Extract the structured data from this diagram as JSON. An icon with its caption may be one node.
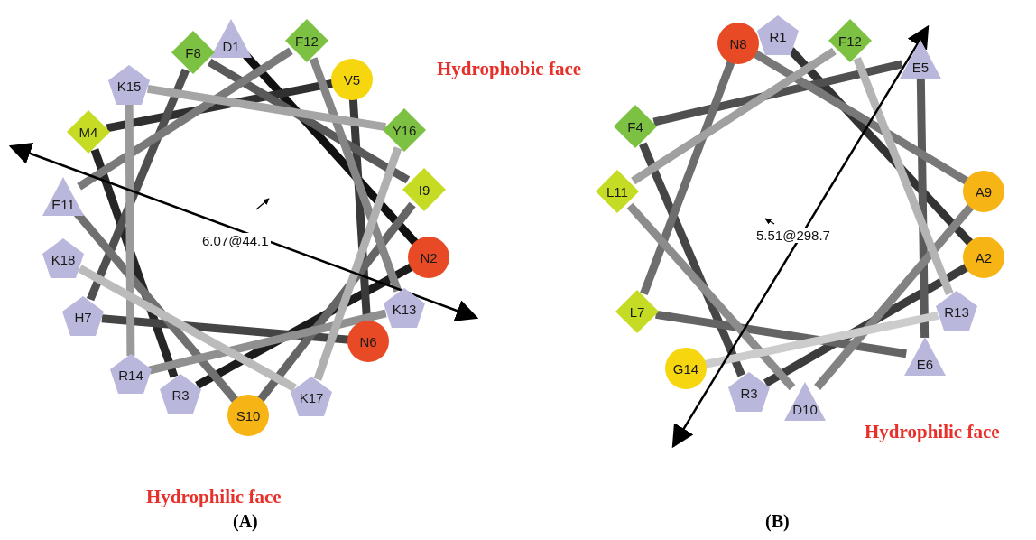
{
  "diagram": {
    "nodes": [
      {
        "text": [
          "D1"
        ]
      },
      {
        "text": [
          "N2"
        ]
      },
      {
        "text": [
          "R3"
        ]
      },
      {
        "text": [
          "M4"
        ]
      },
      {
        "text": [
          "V5"
        ]
      },
      {
        "text": [
          "N6"
        ]
      },
      {
        "text": [
          "H7"
        ]
      },
      {
        "text": [
          "F8"
        ]
      },
      {
        "text": [
          "I9"
        ]
      },
      {
        "text": [
          "S10"
        ]
      },
      {
        "text": [
          "E11"
        ]
      },
      {
        "text": [
          "F12"
        ]
      },
      {
        "text": [
          "K13"
        ]
      },
      {
        "text": [
          "R14"
        ]
      },
      {
        "text": [
          "K15"
        ]
      },
      {
        "text": [
          "Y16"
        ]
      },
      {
        "text": [
          "K17"
        ]
      },
      {
        "text": [
          "K18"
        ]
      },
      {
        "text": [
          "R1"
        ]
      },
      {
        "text": [
          "A2"
        ]
      },
      {
        "text": [
          "R3"
        ]
      },
      {
        "text": [
          "F4"
        ]
      },
      {
        "text": [
          "E5"
        ]
      },
      {
        "text": [
          "E6"
        ]
      },
      {
        "text": [
          "L7"
        ]
      },
      {
        "text": [
          "N8"
        ]
      },
      {
        "text": [
          "A9"
        ]
      },
      {
        "text": [
          "D10"
        ]
      },
      {
        "text": [
          "L11"
        ]
      },
      {
        "text": [
          "F12"
        ]
      },
      {
        "text": [
          "R13"
        ]
      },
      {
        "text": [
          "G14"
        ]
      }
    ],
    "edges": [
      {
        "from": 0,
        "to": 1,
        "arrow": "none",
        "color": "#111111"
      },
      {
        "from": 1,
        "to": 2,
        "arrow": "none",
        "color": "#1c1c1c"
      },
      {
        "from": 2,
        "to": 3,
        "arrow": "none",
        "color": "#262626"
      },
      {
        "from": 3,
        "to": 4,
        "arrow": "none",
        "color": "#303030"
      },
      {
        "from": 4,
        "to": 5,
        "arrow": "none",
        "color": "#3a3a3a"
      },
      {
        "from": 5,
        "to": 6,
        "arrow": "none",
        "color": "#454545"
      },
      {
        "from": 6,
        "to": 7,
        "arrow": "none",
        "color": "#505050"
      },
      {
        "from": 7,
        "to": 8,
        "arrow": "none",
        "color": "#5a5a5a"
      },
      {
        "from": 8,
        "to": 9,
        "arrow": "none",
        "color": "#656565"
      },
      {
        "from": 9,
        "to": 10,
        "arrow": "none",
        "color": "#707070"
      },
      {
        "from": 10,
        "to": 11,
        "arrow": "none",
        "color": "#7a7a7a"
      },
      {
        "from": 11,
        "to": 12,
        "arrow": "none",
        "color": "#858585"
      },
      {
        "from": 12,
        "to": 13,
        "arrow": "none",
        "color": "#909090"
      },
      {
        "from": 13,
        "to": 14,
        "arrow": "none",
        "color": "#9a9a9a"
      },
      {
        "from": 14,
        "to": 15,
        "arrow": "none",
        "color": "#a5a5a5"
      },
      {
        "from": 15,
        "to": 16,
        "arrow": "none",
        "color": "#b0b0b0"
      },
      {
        "from": 16,
        "to": 17,
        "arrow": "none",
        "color": "#bbbbbb"
      },
      {
        "from": 18,
        "to": 19,
        "arrow": "none",
        "color": "#333333"
      },
      {
        "from": 19,
        "to": 20,
        "arrow": "none",
        "color": "#3c3c3c"
      },
      {
        "from": 20,
        "to": 21,
        "arrow": "none",
        "color": "#464646"
      },
      {
        "from": 21,
        "to": 22,
        "arrow": "none",
        "color": "#505050"
      },
      {
        "from": 22,
        "to": 23,
        "arrow": "none",
        "color": "#5a5a5a"
      },
      {
        "from": 23,
        "to": 24,
        "arrow": "none",
        "color": "#646464"
      },
      {
        "from": 24,
        "to": 25,
        "arrow": "none",
        "color": "#6e6e6e"
      },
      {
        "from": 25,
        "to": 26,
        "arrow": "none",
        "color": "#787878"
      },
      {
        "from": 26,
        "to": 27,
        "arrow": "none",
        "color": "#828282"
      },
      {
        "from": 27,
        "to": 28,
        "arrow": "none",
        "color": "#8c8c8c"
      },
      {
        "from": 28,
        "to": 29,
        "arrow": "none",
        "color": "#a0a0a0"
      },
      {
        "from": 29,
        "to": 30,
        "arrow": "none",
        "color": "#b4b4b4"
      },
      {
        "from": 30,
        "to": 31,
        "arrow": "none",
        "color": "#cccccc"
      }
    ],
    "labels": [
      "Hydrophobic face",
      "6.07@44.1",
      "Hydrophilic face",
      "(A)",
      "5.51@298.7",
      "Hydrophilic face",
      "(B)"
    ]
  }
}
